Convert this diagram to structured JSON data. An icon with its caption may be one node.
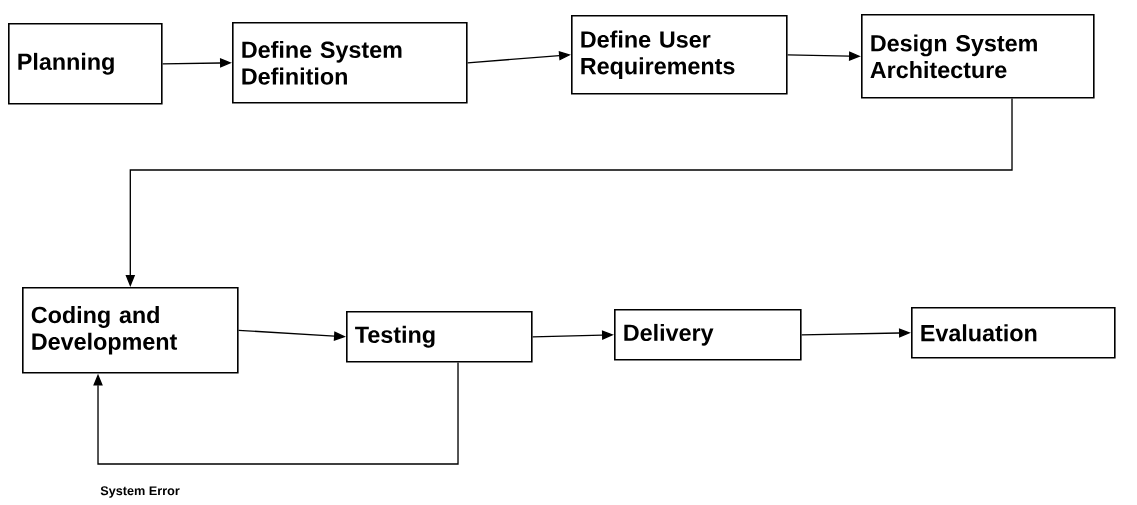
{
  "diagram": {
    "nodes": [
      {
        "text": [
          "Planning"
        ]
      },
      {
        "text": [
          "Define System Definition"
        ]
      },
      {
        "text": [
          "Define User Requirements"
        ]
      },
      {
        "text": [
          "Design System Architecture"
        ]
      },
      {
        "text": [
          "Coding and Development"
        ]
      },
      {
        "text": [
          "Testing"
        ]
      },
      {
        "text": [
          "Delivery"
        ]
      },
      {
        "text": [
          "Evaluation"
        ]
      }
    ],
    "edges": [
      {
        "from": 0,
        "to": 1,
        "arrow": "to"
      },
      {
        "from": 1,
        "to": 2,
        "arrow": "to"
      },
      {
        "from": 2,
        "to": 3,
        "arrow": "to"
      },
      {
        "from": 3,
        "to": 4,
        "arrow": "to"
      },
      {
        "from": 4,
        "to": 5,
        "arrow": "to"
      },
      {
        "from": 5,
        "to": 6,
        "arrow": "to"
      },
      {
        "from": 6,
        "to": 7,
        "arrow": "to"
      },
      {
        "from": 5,
        "to": 4,
        "arrow": "to",
        "label": "System Error"
      }
    ]
  }
}
